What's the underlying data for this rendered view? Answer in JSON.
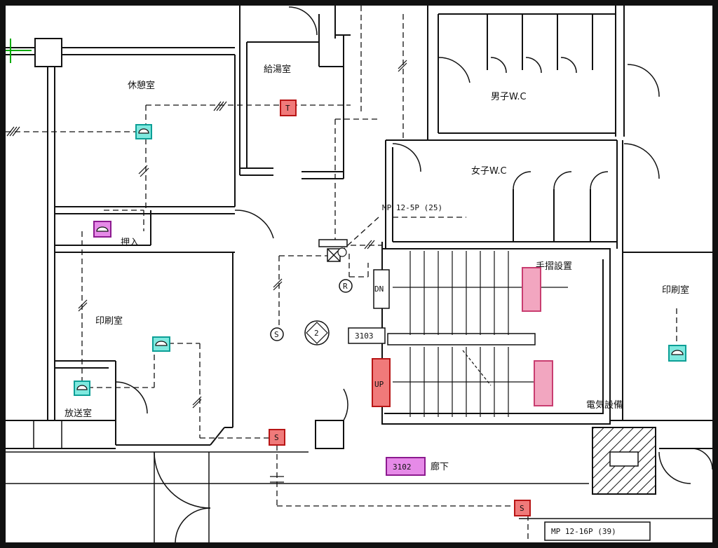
{
  "rooms": {
    "kyukei": "休憩室",
    "kyuto": "給湯室",
    "male_wc": "男子W.C",
    "female_wc": "女子W.C",
    "oshiire": "押入",
    "insatsu_left": "印刷室",
    "housou": "放送室",
    "tesuri": "手摺設置",
    "insatsu_right": "印刷室",
    "denki": "電気設備",
    "rouka": "廊下"
  },
  "tags": {
    "mp_top": "MP 12-5P (25)",
    "mp_bottom": "MP 12-16P (39)",
    "code_3103": "3103",
    "code_3102": "3102",
    "dn": "DN",
    "up": "UP",
    "s_symbol": "S",
    "num_2": "2",
    "r_symbol": "R",
    "t_symbol": "T"
  },
  "colors": {
    "red_fill": "#f07a7a",
    "red_stroke": "#b81515",
    "cyan_fill": "#7fe9df",
    "cyan_stroke": "#0c9f96",
    "magenta_fill": "#e68ae8",
    "magenta_stroke": "#8c1a8f",
    "pink_fill": "#f2a6c0",
    "pink_stroke": "#c93d70"
  },
  "icons": {
    "speaker": "speaker-icon",
    "smoke_detector": "smoke-detector-icon",
    "thermal_detector": "thermal-detector-icon",
    "handrail": "handrail-marker-icon"
  }
}
